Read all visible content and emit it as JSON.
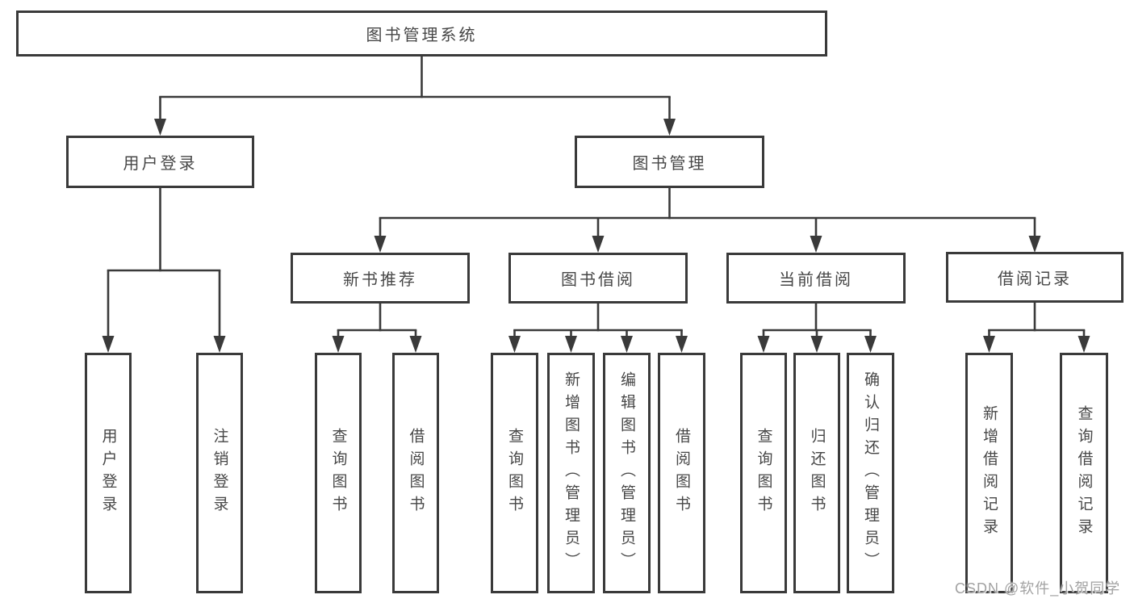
{
  "diagram_type": "hierarchy-tree",
  "colors": {
    "line": "#3a3a3a",
    "box_border": "#3a3a3a",
    "text": "#474747",
    "background": "#ffffff",
    "watermark_text_color": "#a2a2a2"
  },
  "nodes": {
    "root": {
      "label": "图书管理系统"
    },
    "branches": [
      {
        "label": "用户登录",
        "leaves": [
          "用户登录",
          "注销登录"
        ]
      },
      {
        "label": "图书管理",
        "groups": [
          {
            "label": "新书推荐",
            "leaves": [
              "查询图书",
              "借阅图书"
            ]
          },
          {
            "label": "图书借阅",
            "leaves": [
              "查询图书",
              "新增图书（管理员）",
              "编辑图书（管理员）",
              "借阅图书"
            ]
          },
          {
            "label": "当前借阅",
            "leaves": [
              "查询图书",
              "归还图书",
              "确认归还（管理员）"
            ]
          },
          {
            "label": "借阅记录",
            "leaves": [
              "新增借阅记录",
              "查询借阅记录"
            ]
          }
        ]
      }
    ]
  },
  "watermark": {
    "text": "CSDN @软件_小贺同学"
  }
}
